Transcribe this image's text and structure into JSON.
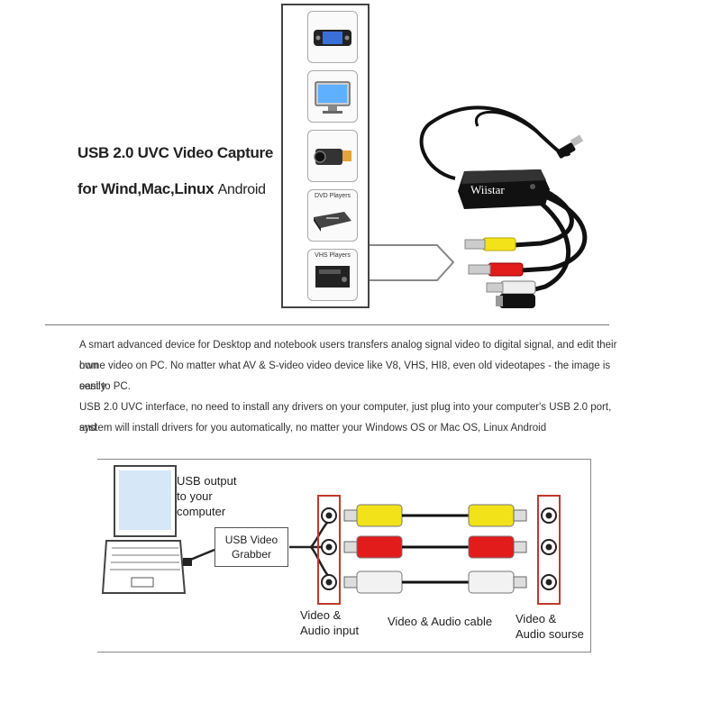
{
  "header": {
    "title_line1": "USB 2.0 UVC Video Capture",
    "title_line2": "for Wind,Mac,Linux",
    "title_line2_suffix": "Android"
  },
  "devices": [
    {
      "icon": "game-console-icon",
      "label": ""
    },
    {
      "icon": "monitor-icon",
      "label": ""
    },
    {
      "icon": "camcorder-icon",
      "label": ""
    },
    {
      "icon": "dvd-player-icon",
      "label": "DVD Players"
    },
    {
      "icon": "vhs-player-icon",
      "label": "VHS Players"
    }
  ],
  "product": {
    "brand": "Wiistar"
  },
  "description": {
    "line1": "A smart advanced device for Desktop and notebook users transfers analog signal video to digital signal, and edit their own",
    "line2": "home video on PC. No matter what AV & S-video video device like V8, VHS, HI8, even old videotapes - the image is easily",
    "line3": "sent to PC.",
    "line4": "USB 2.0 UVC interface, no need to install any drivers on your computer, just plug into your computer's USB 2.0 port, and",
    "line5": "system will install drivers for you automatically, no matter your Windows OS or Mac OS, Linux Android"
  },
  "diagram": {
    "usb_output_line1": "USB output",
    "usb_output_line2": "to your",
    "usb_output_line3": "computer",
    "grabber_line1": "USB Video",
    "grabber_line2": "Grabber",
    "input_line1": "Video &",
    "input_line2": "Audio input",
    "cable_label": "Video & Audio cable",
    "source_line1": "Video &",
    "source_line2": "Audio sourse"
  },
  "colors": {
    "yellow": "#f2e21a",
    "red": "#e21b1b",
    "white": "#f2f2f2",
    "jack_border": "#c0392b",
    "cable_body": "#111111"
  }
}
